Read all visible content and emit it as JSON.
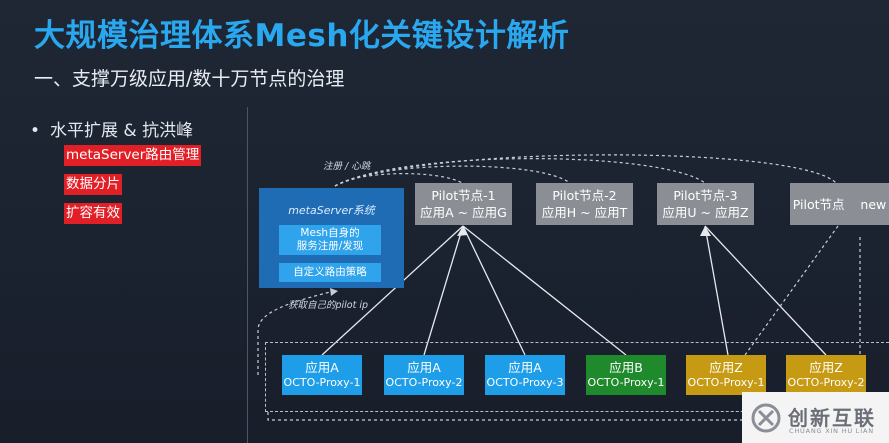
{
  "title": "大规模治理体系Mesh化关键设计解析",
  "subtitle": "一、支撑万级应用/数十万节点的治理",
  "bullets": {
    "main": "水平扩展 & 抗洪峰",
    "dot": "•",
    "tags": [
      "metaServer路由管理",
      "数据分片",
      "扩容有效"
    ]
  },
  "labels": {
    "register_heartbeat": "注册 / 心跳",
    "get_pilot_ip": "获取自己的pilot ip"
  },
  "meta_server": {
    "title": "metaServer系统",
    "box1_line1": "Mesh自身的",
    "box1_line2": "服务注册/发现",
    "box2": "自定义路由策略"
  },
  "pilot_nodes": [
    {
      "line1": "Pilot节点-1",
      "line2": "应用A ~ 应用G"
    },
    {
      "line1": "Pilot节点-2",
      "line2": "应用H ~ 应用T"
    },
    {
      "line1": "Pilot节点-3",
      "line2": "应用U ~ 应用Z"
    },
    {
      "line1": "Pilot节点    new",
      "line2": ""
    }
  ],
  "proxies": [
    {
      "app": "应用A",
      "proxy": "OCTO-Proxy-1"
    },
    {
      "app": "应用A",
      "proxy": "OCTO-Proxy-2"
    },
    {
      "app": "应用A",
      "proxy": "OCTO-Proxy-3"
    },
    {
      "app": "应用B",
      "proxy": "OCTO-Proxy-1"
    },
    {
      "app": "应用Z",
      "proxy": "OCTO-Proxy-1"
    },
    {
      "app": "应用Z",
      "proxy": "OCTO-Proxy-2"
    }
  ],
  "colors": {
    "title": "#29a8f0",
    "red_tag": "#e11f27",
    "pilot": "#8b8f95",
    "meta": "#1f6cb5",
    "meta_inner": "#2fa3eb",
    "proxy_a": "#1e9de8",
    "proxy_b": "#1f8a2c",
    "proxy_z": "#c79a14"
  },
  "watermark": {
    "cn": "创新互联",
    "en": "CHUANG XIN HU LIAN"
  }
}
